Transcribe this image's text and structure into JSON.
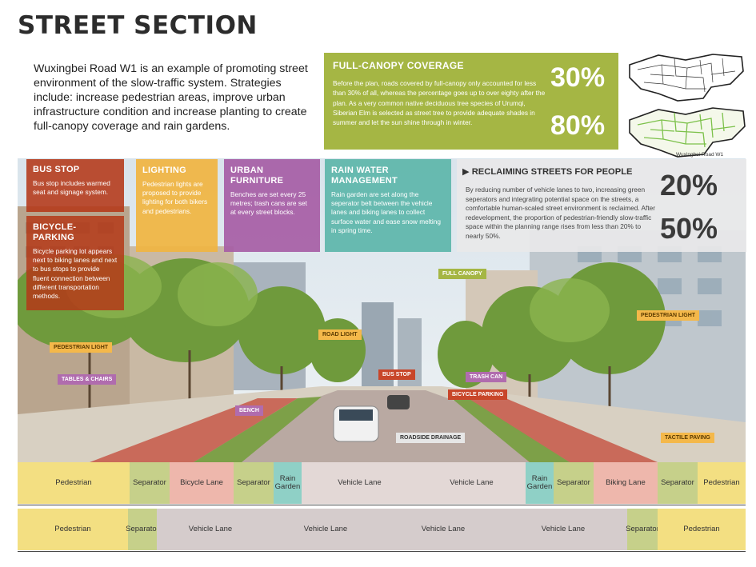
{
  "title": "STREET SECTION",
  "intro": "Wuxingbei Road W1 is an example of promoting street environment of the slow-traffic system. Strategies include: increase pedestrian areas, improve urban infrastructure condition and increase planting to create full-canopy coverage and rain gardens.",
  "canopy": {
    "heading": "FULL-CANOPY COVERAGE",
    "body": "Before the plan, roads covered by full-canopy only accounted for less than 30% of all, whereas the percentage goes up to over eighty after the plan. As a very common native deciduous tree species of Urumqi, Siberian Elm is selected as street tree to provide adequate shades in summer and let the sun shine through in winter.",
    "before": "30%",
    "after": "80%"
  },
  "map_caption": "Wuxingbei Road W1",
  "boxes": {
    "bus": {
      "heading": "BUS STOP",
      "body": "Bus stop includes warmed seat and signage system."
    },
    "bike": {
      "heading": "BICYCLE-PARKING",
      "body": "Bicycle parking lot appears next to biking lanes and next to bus stops to provide fluent connection between different transportation methods."
    },
    "lighting": {
      "heading": "LIGHTING",
      "body": "Pedestrian lights are proposed to provide lighting for both bikers and pedestrians."
    },
    "furniture": {
      "heading": "URBAN FURNITURE",
      "body": "Benches are set every 25 metres; trash cans are set at every street blocks."
    },
    "rain": {
      "heading": "RAIN WATER MANAGEMENT",
      "body": "Rain garden are set along the seperator belt between the vehicle lanes and biking lanes to collect surface water and ease snow melting in spring time."
    },
    "reclaim": {
      "heading": "RECLAIMING STREETS FOR PEOPLE",
      "body": "By reducing number of vehicle lanes to two, increasing green seperators and integrating potential space on the streets, a comfortable human-scaled street environment is reclaimed. After redevelopment, the proportion of pedestrian-friendly slow-traffic space within the planning range rises from less than 20% to nearly 50%.",
      "before": "20%",
      "after": "50%"
    }
  },
  "tags": {
    "full_canopy": "FULL CANOPY",
    "pedestrian_light_left": "PEDESTRIAN LIGHT",
    "pedestrian_light_right": "PEDESTRIAN LIGHT",
    "road_light": "ROAD LIGHT",
    "tables_chairs": "TABLES & CHAIRS",
    "bench": "BENCH",
    "bus_stop": "BUS STOP",
    "trash_can": "TRASH CAN",
    "bicycle_parking": "BICYCLE PARKING",
    "roadside_drainage": "ROADSIDE DRAINAGE",
    "tactile_paving": "TACTILE PAVING"
  },
  "section_after": [
    {
      "label": "Pedestrian",
      "color": "#f3df82"
    },
    {
      "label": "Separator",
      "color": "#c6d08a"
    },
    {
      "label": "Bicycle Lane",
      "color": "#eeb7ac"
    },
    {
      "label": "Separator",
      "color": "#c6d08a"
    },
    {
      "label": "Rain Garden",
      "color": "#8fd0c6"
    },
    {
      "label": "Vehicle Lane",
      "color": "#e3d8d6"
    },
    {
      "label": "Vehicle Lane",
      "color": "#e3d8d6"
    },
    {
      "label": "Rain Garden",
      "color": "#8fd0c6"
    },
    {
      "label": "Separator",
      "color": "#c6d08a"
    },
    {
      "label": "Biking Lane",
      "color": "#eeb7ac"
    },
    {
      "label": "Separator",
      "color": "#c6d08a"
    },
    {
      "label": "Pedestrian",
      "color": "#f3df82"
    }
  ],
  "section_before": [
    {
      "label": "Pedestrian",
      "color": "#f3df82"
    },
    {
      "label": "Separator",
      "color": "#c6d08a"
    },
    {
      "label": "Vehicle Lane",
      "color": "#d5cccc"
    },
    {
      "label": "Vehicle Lane",
      "color": "#d5cccc"
    },
    {
      "label": "Vehicle Lane",
      "color": "#d5cccc"
    },
    {
      "label": "Vehicle Lane",
      "color": "#d5cccc"
    },
    {
      "label": "Separator",
      "color": "#c6d08a"
    },
    {
      "label": "Pedestrian",
      "color": "#f3df82"
    }
  ]
}
